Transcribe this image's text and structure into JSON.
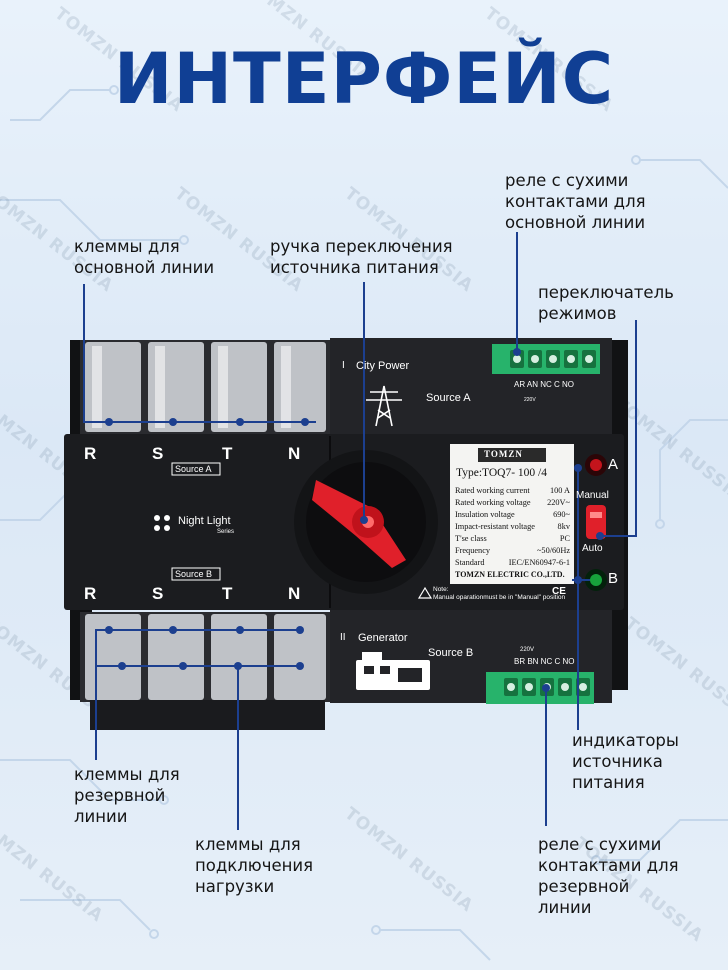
{
  "title": "ИНТЕРФЕЙС",
  "watermark": "TOMZN RUSSIA",
  "annotations": {
    "main_terminals": "клеммы для\nосновной линии",
    "switch_handle": "ручка переключения\nисточника питания",
    "relay_main": "реле с сухими\nконтактами для\nосновной линии",
    "mode_switch": "переключатель\nрежимов",
    "backup_terminals": "клеммы для\nрезервной\nлинии",
    "load_terminals": "клеммы для\nподключения\nнагрузки",
    "indicators": "индикаторы\nисточника\nпитания",
    "relay_backup": "реле с сухими\nконтактами для\nрезервной\nлинии"
  },
  "device": {
    "phases": [
      "R",
      "S",
      "T",
      "N"
    ],
    "source_a_tag": "Source A",
    "source_b_tag": "Source B",
    "night_light": "Night Light",
    "night_light_sub": "Series",
    "city_power_num": "I",
    "city_power": "City Power",
    "source_a": "Source A",
    "generator_num": "II",
    "generator": "Generator",
    "source_b": "Source B",
    "relay_a_labels": "AR AN  NC  C  NO",
    "relay_a_volt": "220V",
    "relay_b_volt": "220V",
    "relay_b_labels": "BR BN  NC  C  NO",
    "brand": "TOMZN",
    "type": "Type:TOQ7- 100 /4",
    "specs": [
      {
        "k": "Rated working current",
        "v": "100 A"
      },
      {
        "k": "Rated working voltage",
        "v": "220V~"
      },
      {
        "k": "Insulation voltage",
        "v": "690~"
      },
      {
        "k": "Impact-resistant voltage",
        "v": "8kv"
      },
      {
        "k": "T'se class",
        "v": "PC"
      },
      {
        "k": "Frequency",
        "v": "~50/60Hz"
      },
      {
        "k": "Standard",
        "v": "IEC/EN60947-6-1"
      }
    ],
    "company": "TOMZN ELECTRIC CO.,LTD.",
    "indicator_a": "A",
    "indicator_b": "B",
    "manual": "Manual",
    "auto": "Auto",
    "note_title": "Note:",
    "note_text": "Manual oparationmust be in \"Manual\" position",
    "ce": "CE"
  },
  "colors": {
    "title": "#103f94",
    "callout_line": "#1c3f8f",
    "device_body": "#1b1c1f",
    "handle": "#e0202a",
    "relay": "#27b36b",
    "indicator_a": "#c4141c",
    "indicator_b": "#17a33b"
  }
}
